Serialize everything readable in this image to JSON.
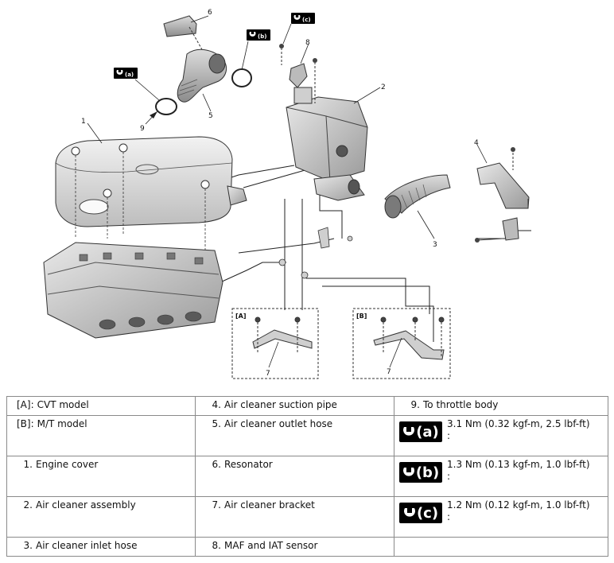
{
  "diagram": {
    "callouts": [
      "1",
      "2",
      "3",
      "4",
      "5",
      "6",
      "7",
      "7",
      "8",
      "9"
    ],
    "detail_labels": [
      "[A]",
      "[B]"
    ],
    "torque_badges": [
      "(a)",
      "(b)",
      "(c)"
    ]
  },
  "legend": {
    "rows": [
      [
        {
          "tag": "[A]:",
          "text": "CVT model"
        },
        {
          "num": "4.",
          "text": "Air cleaner suction pipe"
        },
        {
          "num": "9.",
          "text": "To throttle body"
        }
      ],
      [
        {
          "tag": "[B]:",
          "text": "M/T model"
        },
        {
          "num": "5.",
          "text": "Air cleaner outlet hose"
        },
        {
          "badge": "(a)",
          "text": "3.1 Nm (0.32 kgf-m, 2.5 lbf-ft)"
        }
      ],
      [
        {
          "num": "1.",
          "text": "Engine cover"
        },
        {
          "num": "6.",
          "text": "Resonator"
        },
        {
          "badge": "(b)",
          "text": "1.3 Nm (0.13 kgf-m, 1.0 lbf-ft)"
        }
      ],
      [
        {
          "num": "2.",
          "text": "Air cleaner assembly"
        },
        {
          "num": "7.",
          "text": "Air cleaner bracket"
        },
        {
          "badge": "(c)",
          "text": "1.2 Nm (0.12 kgf-m, 1.0 lbf-ft)"
        }
      ],
      [
        {
          "num": "3.",
          "text": "Air cleaner inlet hose"
        },
        {
          "num": "8.",
          "text": "MAF and IAT sensor"
        },
        {
          "text": ""
        }
      ]
    ],
    "continuation_mark": ":"
  }
}
